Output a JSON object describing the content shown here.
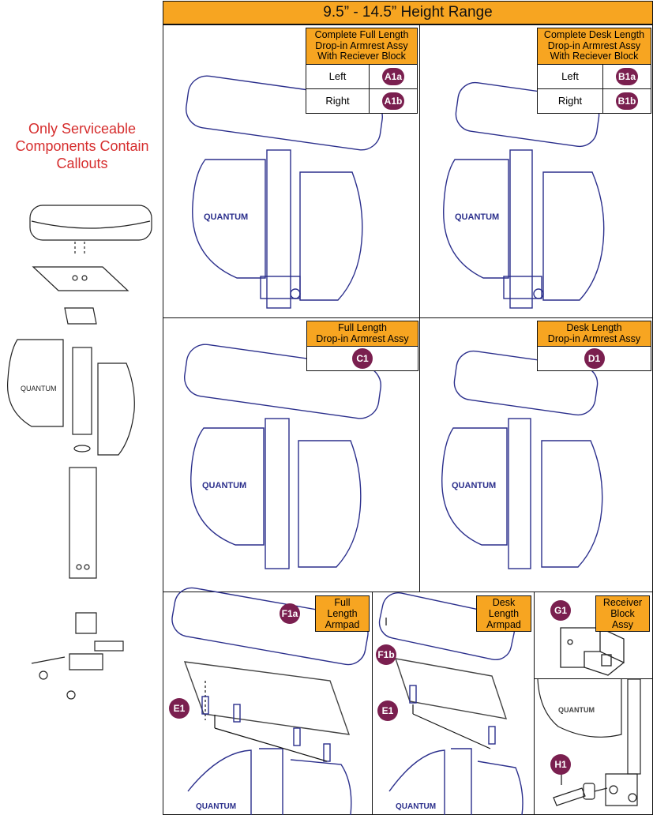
{
  "header": {
    "title": "9.5” - 14.5” Height Range"
  },
  "note": {
    "line1": "Only Serviceable",
    "line2": "Components Contain",
    "line3": "Callouts"
  },
  "panel_a": {
    "title_line1": "Complete Full Length",
    "title_line2": "Drop-in Armrest Assy",
    "title_line3": "With Reciever Block",
    "rows": [
      {
        "side": "Left",
        "callout": "A1a"
      },
      {
        "side": "Right",
        "callout": "A1b"
      }
    ]
  },
  "panel_b": {
    "title_line1": "Complete Desk Length",
    "title_line2": "Drop-in Armrest Assy",
    "title_line3": "With Reciever Block",
    "rows": [
      {
        "side": "Left",
        "callout": "B1a"
      },
      {
        "side": "Right",
        "callout": "B1b"
      }
    ]
  },
  "panel_c": {
    "title_line1": "Full Length",
    "title_line2": "Drop-in Armrest Assy",
    "callout": "C1"
  },
  "panel_d": {
    "title_line1": "Desk Length",
    "title_line2": "Drop-in Armrest Assy",
    "callout": "D1"
  },
  "panel_f1a": {
    "label_line1": "Full Length",
    "label_line2": "Armpad",
    "callout_pad": "F1a",
    "callout_screw": "E1"
  },
  "panel_f1b": {
    "label_line1": "Desk Length",
    "label_line2": "Armpad",
    "callout_pad": "F1b",
    "callout_screw": "E1"
  },
  "panel_g": {
    "label_line1": "Receiver",
    "label_line2": "Block Assy",
    "callout": "G1"
  },
  "panel_h": {
    "callout": "H1"
  },
  "brand": "QUANTUM",
  "colors": {
    "header": "#f7a521",
    "callout": "#7a1f4f",
    "note": "#d62e2e",
    "drawing": "#2b2f8c"
  }
}
